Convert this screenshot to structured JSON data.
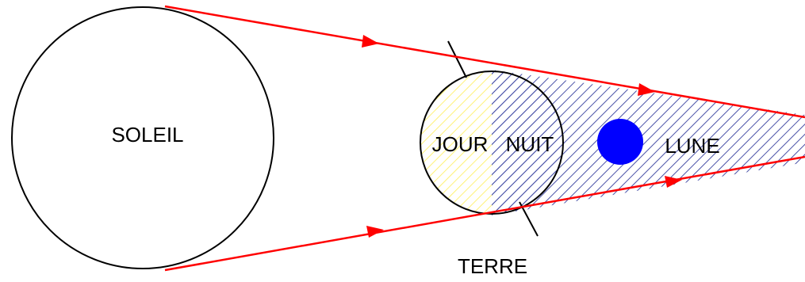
{
  "labels": {
    "sun": "SOLEIL",
    "day": "JOUR",
    "night": "NUIT",
    "moon": "LUNE",
    "earth": "TERRE"
  },
  "colors": {
    "outline": "#000000",
    "ray": "#ff0000",
    "moon": "#0000ff",
    "shadow_hatch": "#4a52a8",
    "day_hatch": "#ffee55"
  }
}
